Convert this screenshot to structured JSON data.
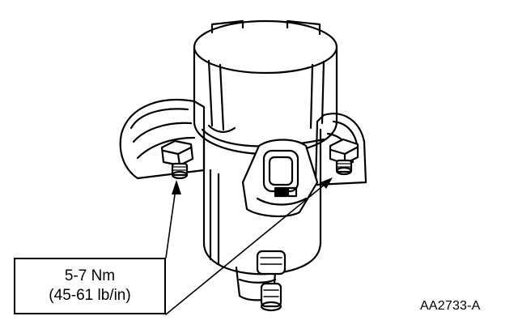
{
  "figure": {
    "spec_line1": "5-7 Nm",
    "spec_line2": "(45-61 lb/in)",
    "figure_id": "AA2733-A"
  },
  "colors": {
    "line": "#000000",
    "background": "#ffffff"
  }
}
